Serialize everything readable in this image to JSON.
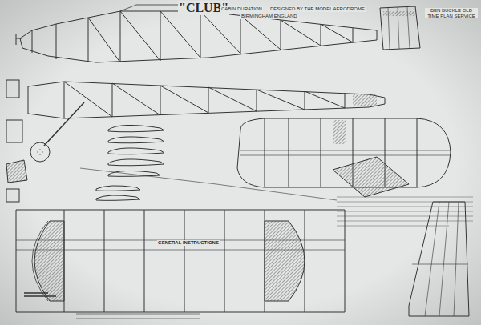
{
  "diagram": {
    "title": "\"CLUB\"",
    "labels": [
      "CABIN DURATION",
      "DESIGNED BY THE MODEL AERODROME",
      "BIRMINGHAM ENGLAND",
      "BEN BUCKLE OLD TIME PLAN SERVICE",
      "GENERAL INSTRUCTIONS"
    ]
  }
}
